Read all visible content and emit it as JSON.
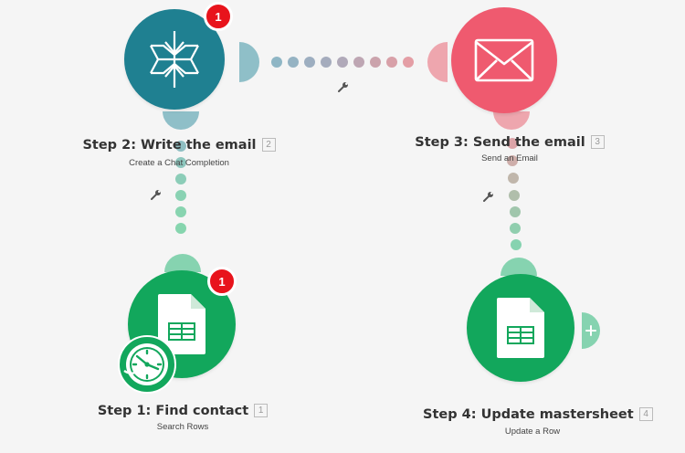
{
  "colors": {
    "openai": "#1f8091",
    "email": "#ef5a6f",
    "sheets": "#12a75c",
    "badge": "#e8141c"
  },
  "modules": [
    {
      "step_title": "Step 2: Write the email",
      "number": "2",
      "subtitle": "Create a Chat Completion",
      "badge": "1",
      "icon": "openai-logo-icon"
    },
    {
      "step_title": "Step 3: Send the email",
      "number": "3",
      "subtitle": "Send an Email",
      "icon": "envelope-icon"
    },
    {
      "step_title": "Step 1: Find contact",
      "number": "1",
      "subtitle": "Search Rows",
      "badge": "1",
      "icon": "google-sheets-icon",
      "trigger_icon": "schedule-clock-icon"
    },
    {
      "step_title": "Step 4: Update mastersheet",
      "number": "4",
      "subtitle": "Update a Row",
      "icon": "google-sheets-icon",
      "add_icon": "plus-icon"
    }
  ],
  "routes": [
    {
      "from": "1",
      "to": "2",
      "icon": "wrench-icon"
    },
    {
      "from": "2",
      "to": "3",
      "icon": "wrench-icon"
    },
    {
      "from": "3",
      "to": "4",
      "icon": "wrench-icon"
    }
  ]
}
